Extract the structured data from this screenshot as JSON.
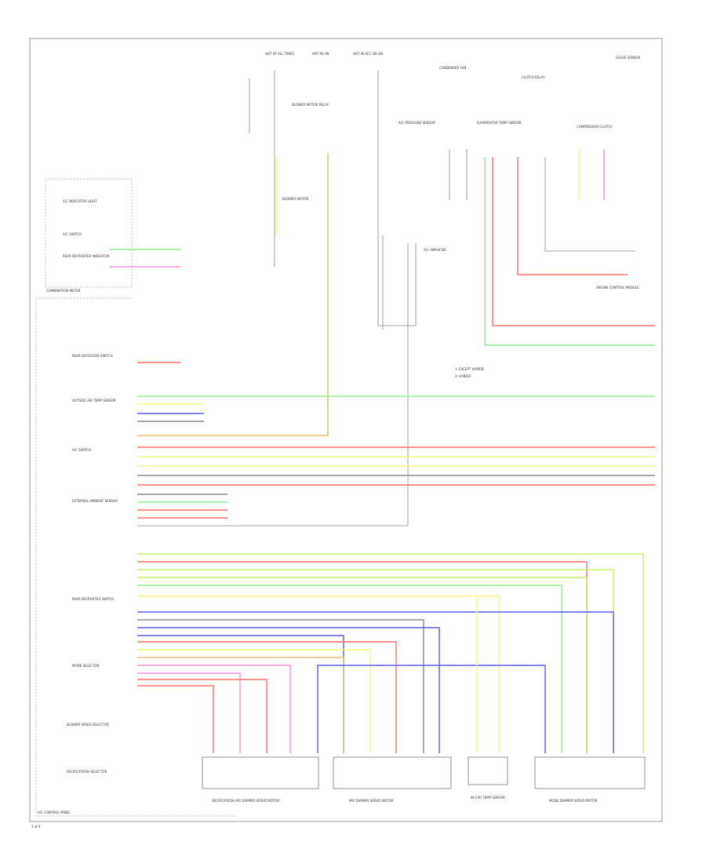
{
  "diagram": {
    "frame_label": "A/C CONTROL PANEL",
    "page_label": "1 of 4",
    "top_fuses": [
      {
        "label": "HOT AT ALL TIMES"
      },
      {
        "label": "HOT IN ON"
      },
      {
        "label": "HOT IN ACC OR ON"
      }
    ],
    "left_box": {
      "title": "COMBINATION METER",
      "items": [
        "A/C INDICATOR LIGHT",
        "A/C SWITCH",
        "REAR DEFROSTER INDICATOR"
      ]
    },
    "left_components": [
      "REAR DEFOGGER SWITCH",
      "OUTSIDE AIR TEMP SENSOR",
      "A/C SWITCH",
      "EXTERNAL AMBIENT SENSOR",
      "REAR DEFROSTER SWITCH",
      "MODE SELECTOR",
      "BLOWER SPEED SELECTOR",
      "RECIRC/FRESH SELECTOR"
    ],
    "top_components": [
      "BLOWER MOTOR",
      "BLOWER MOTOR RELAY",
      "CONDENSER FAN",
      "A/C PRESSURE SENSOR",
      "EVAPORATOR TEMP SENSOR",
      "CLUTCH RELAY",
      "COMPRESSOR CLUTCH",
      "SOLAR SENSOR"
    ],
    "right_labels": [
      "ENGINE CONTROL MODULE",
      "A/C AMPLIFIER"
    ],
    "legend": [
      "1: EXCEPT HYBRID",
      "2: HYBRID"
    ],
    "bottom_components": [
      "RECIRC/FRESH AIR DAMPER SERVO MOTOR",
      "MIX DAMPER SERVO MOTOR",
      "IN-CAR TEMP SENSOR",
      "MODE DAMPER SERVO MOTOR"
    ],
    "colors": {
      "red": "#ff6b6b",
      "green": "#8ef08e",
      "yellow": "#f7f783",
      "blue": "#5a5af0",
      "pink": "#ff8fe0",
      "orange": "#e8c070",
      "lime": "#c8f06a",
      "gray": "#888888"
    }
  }
}
